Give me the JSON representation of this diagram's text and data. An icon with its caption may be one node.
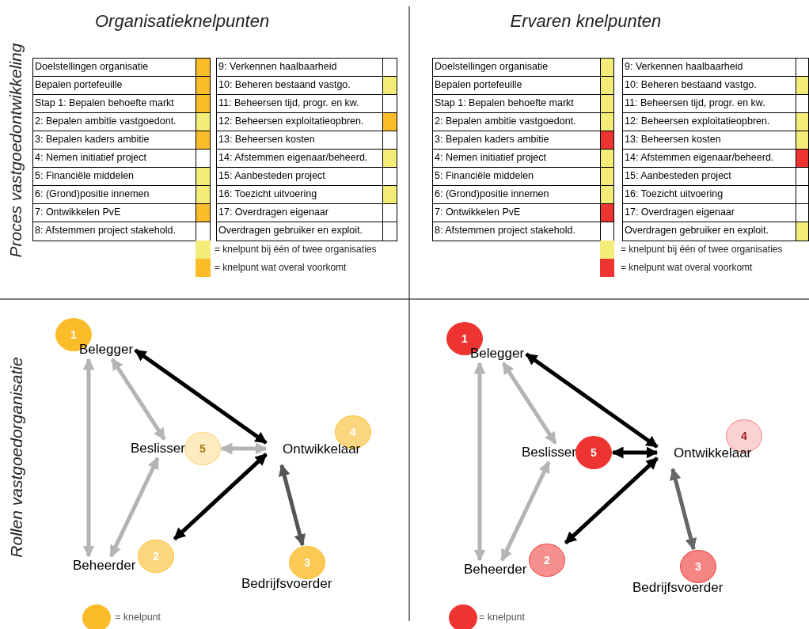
{
  "diagram": {
    "nodes": [
      {
        "text": [
          "Belegger"
        ]
      },
      {
        "text": [
          "1"
        ]
      },
      {
        "text": [
          "Beslisser"
        ]
      },
      {
        "text": [
          "5"
        ]
      },
      {
        "text": [
          "Ontwikkelaar"
        ]
      },
      {
        "text": [
          "4"
        ]
      },
      {
        "text": [
          "Beheerder"
        ]
      },
      {
        "text": [
          "2"
        ]
      },
      {
        "text": [
          "Bedrijfsvoerder"
        ]
      },
      {
        "text": [
          "3"
        ]
      },
      {
        "text": [
          "Belegger"
        ]
      },
      {
        "text": [
          "1"
        ]
      },
      {
        "text": [
          "Beslisser"
        ]
      },
      {
        "text": [
          "5"
        ]
      },
      {
        "text": [
          "Ontwikkelaar"
        ]
      },
      {
        "text": [
          "4"
        ]
      },
      {
        "text": [
          "Beheerder"
        ]
      },
      {
        "text": [
          "2"
        ]
      },
      {
        "text": [
          "Bedrijfsvoerder"
        ]
      },
      {
        "text": [
          "3"
        ]
      }
    ],
    "edges": [
      {
        "from": 0,
        "to": 6,
        "arrow": "both",
        "color": "#b4b4b4"
      },
      {
        "from": 0,
        "to": 2,
        "arrow": "both",
        "color": "#b4b4b4"
      },
      {
        "from": 6,
        "to": 2,
        "arrow": "both",
        "color": "#b4b4b4"
      },
      {
        "from": 0,
        "to": 4,
        "arrow": "both",
        "color": "#000000"
      },
      {
        "from": 3,
        "to": 4,
        "arrow": "both",
        "color": "#b4b4b4"
      },
      {
        "from": 4,
        "to": 7,
        "arrow": "both",
        "color": "#000000"
      },
      {
        "from": 4,
        "to": 9,
        "arrow": "both",
        "color": "#555555"
      },
      {
        "from": 10,
        "to": 16,
        "arrow": "both",
        "color": "#b4b4b4"
      },
      {
        "from": 10,
        "to": 12,
        "arrow": "both",
        "color": "#b4b4b4"
      },
      {
        "from": 16,
        "to": 12,
        "arrow": "both",
        "color": "#b4b4b4"
      },
      {
        "from": 10,
        "to": 14,
        "arrow": "both",
        "color": "#000000"
      },
      {
        "from": 13,
        "to": 14,
        "arrow": "both",
        "color": "#000000"
      },
      {
        "from": 14,
        "to": 17,
        "arrow": "both",
        "color": "#000000"
      },
      {
        "from": 14,
        "to": 19,
        "arrow": "both",
        "color": "#666666"
      }
    ],
    "labels": [
      "Organisatieknelpunten",
      "Ervaren knelpunten",
      "Proces vastgoedontwikkeling",
      "Doelstellingen organisatie",
      "Bepalen portefeuille",
      "Stap 1: Bepalen behoefte markt",
      "2: Bepalen ambitie vastgoedont.",
      "3: Bepalen kaders ambitie",
      "4: Nemen initiatief project",
      "5: Financiële middelen",
      "6: (Grond)positie innemen",
      "7: Ontwikkelen PvE",
      "8: Afstemmen project stakehold.",
      "9: Verkennen haalbaarheid",
      "10: Beheren bestaand vastgo.",
      "11: Beheersen tijd, progr. en kw.",
      "12: Beheersen exploitatieopbren.",
      "13: Beheersen kosten",
      "14: Afstemmen eigenaar/beheerd.",
      "15: Aanbesteden project",
      "16: Toezicht uitvoering",
      "17: Overdragen eigenaar",
      "Overdragen gebruiker en exploit.",
      "Doelstellingen organisatie",
      "Bepalen portefeuille",
      "Stap 1: Bepalen behoefte markt",
      "2: Bepalen ambitie vastgoedont.",
      "3: Bepalen kaders ambitie",
      "4: Nemen initiatief project",
      "5: Financiële middelen",
      "6: (Grond)positie innemen",
      "7: Ontwikkelen PvE",
      "8: Afstemmen project stakehold.",
      "9: Verkennen haalbaarheid",
      "10: Beheren bestaand vastgo.",
      "11: Beheersen tijd, progr. en kw.",
      "12: Beheersen exploitatieopbren.",
      "13: Beheersen kosten",
      "14: Afstemmen eigenaar/beheerd.",
      "15: Aanbesteden project",
      "16: Toezicht uitvoering",
      "17: Overdragen eigenaar",
      "Overdragen gebruiker en exploit.",
      "Rollen vastgoedorganisatie"
    ],
    "legend": [
      {
        "text": "= knelpunt bij één of twee organisaties",
        "color": "#f3ec78"
      },
      {
        "text": "= knelpunt wat overal voorkomt",
        "color": "#fbbc2a"
      },
      {
        "text": "= knelpunt bij één of twee organisaties",
        "color": "#f3ec78"
      },
      {
        "text": "= knelpunt wat overal voorkomt",
        "color": "#ee3431"
      },
      {
        "text": "= knelpunt",
        "color": "#fbbc2a"
      },
      {
        "text": "= knelpunt",
        "color": "#ee3431"
      }
    ]
  }
}
